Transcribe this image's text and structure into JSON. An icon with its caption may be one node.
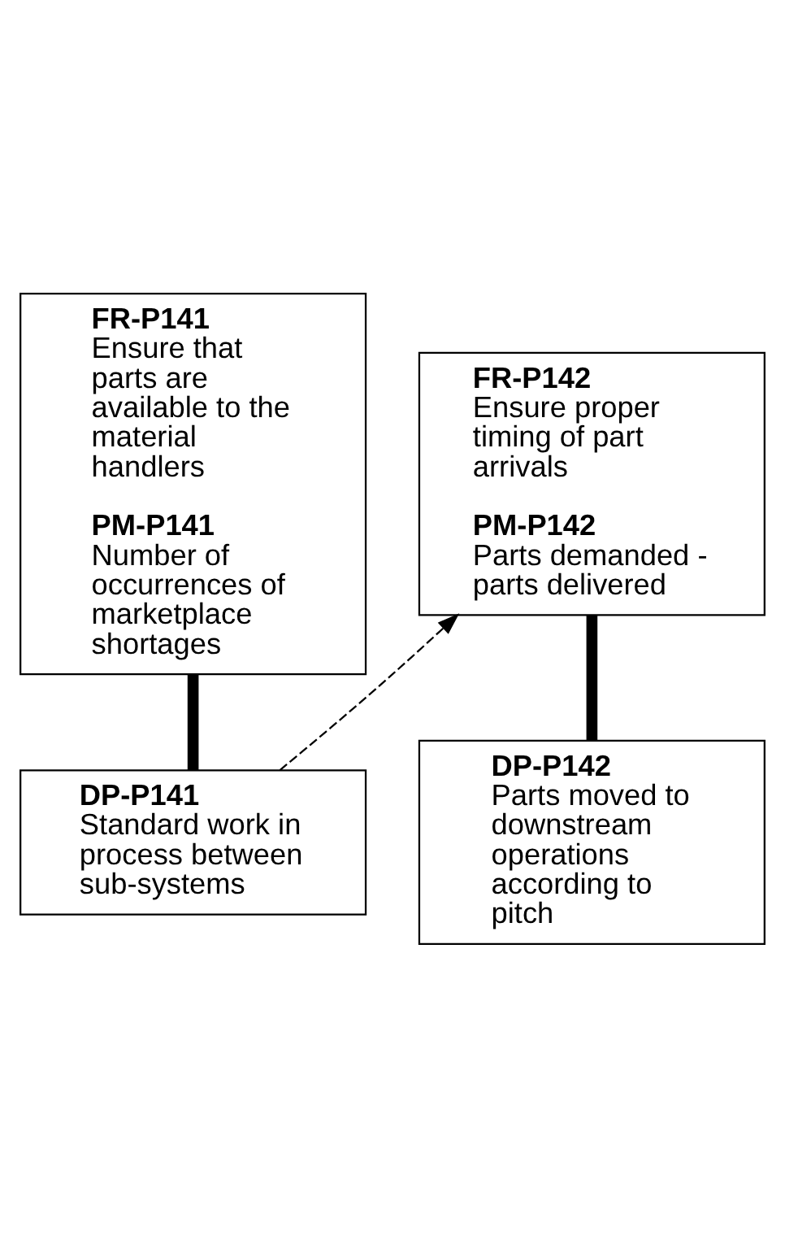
{
  "diagram": {
    "nodes": [
      {
        "text": [
          "FR-P141",
          "Ensure that parts are available to the material handlers",
          "PM-P141",
          "Number of occurrences of marketplace shortages"
        ]
      },
      {
        "text": [
          "FR-P142",
          "Ensure proper timing of part arrivals",
          "PM-P142",
          "Parts demanded - parts delivered"
        ]
      },
      {
        "text": [
          "DP-P141",
          "Standard work in process between sub-systems"
        ]
      },
      {
        "text": [
          "DP-P142",
          "Parts moved to downstream operations according to pitch"
        ]
      }
    ],
    "edges": [
      {
        "from": 0,
        "to": 2,
        "arrow": "none"
      },
      {
        "from": 1,
        "to": 3,
        "arrow": "none"
      },
      {
        "from": 2,
        "to": 1,
        "arrow": "to",
        "style": "dashed"
      }
    ]
  }
}
